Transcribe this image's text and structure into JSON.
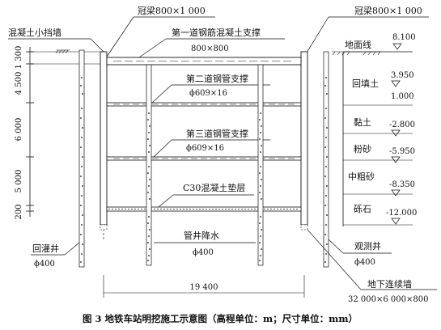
{
  "labels": {
    "cap_beam_left": "冠梁800×1 000",
    "cap_beam_right": "冠梁800×1 000",
    "retaining_wall": "混凝土小挡墙",
    "strut1": "第一道钢筋混凝土支撑",
    "strut1_size": "800×800",
    "strut2": "第二道钢管支撑",
    "strut2_size": "ϕ609×16",
    "strut3": "第三道钢管支撑",
    "strut3_size": "ϕ609×16",
    "cushion": "C30混凝土垫层",
    "dewatering": "管井降水",
    "dewatering_size": "ϕ400",
    "recharge_well": "回灌井",
    "recharge_size": "ϕ400",
    "observation_well": "观测井",
    "observation_size": "ϕ400",
    "ground_line": "地面线",
    "diaphragm_wall": "地下连续墙",
    "diaphragm_size": "32 000×6 000×800",
    "width": "19 400"
  },
  "dimensions_left": [
    "1 300",
    "4 500",
    "6 000",
    "5 000",
    "200"
  ],
  "elevations": [
    "8.100",
    "3.950",
    "1.000",
    "-2.800",
    "-5.950",
    "-8.350",
    "-12.000"
  ],
  "soil_layers": [
    "回填土",
    "黏土",
    "粉砂",
    "中粗砂",
    "砾石"
  ],
  "caption": "图 3   地铁车站明挖施工示意图（高程单位：m；尺寸单位：mm）"
}
